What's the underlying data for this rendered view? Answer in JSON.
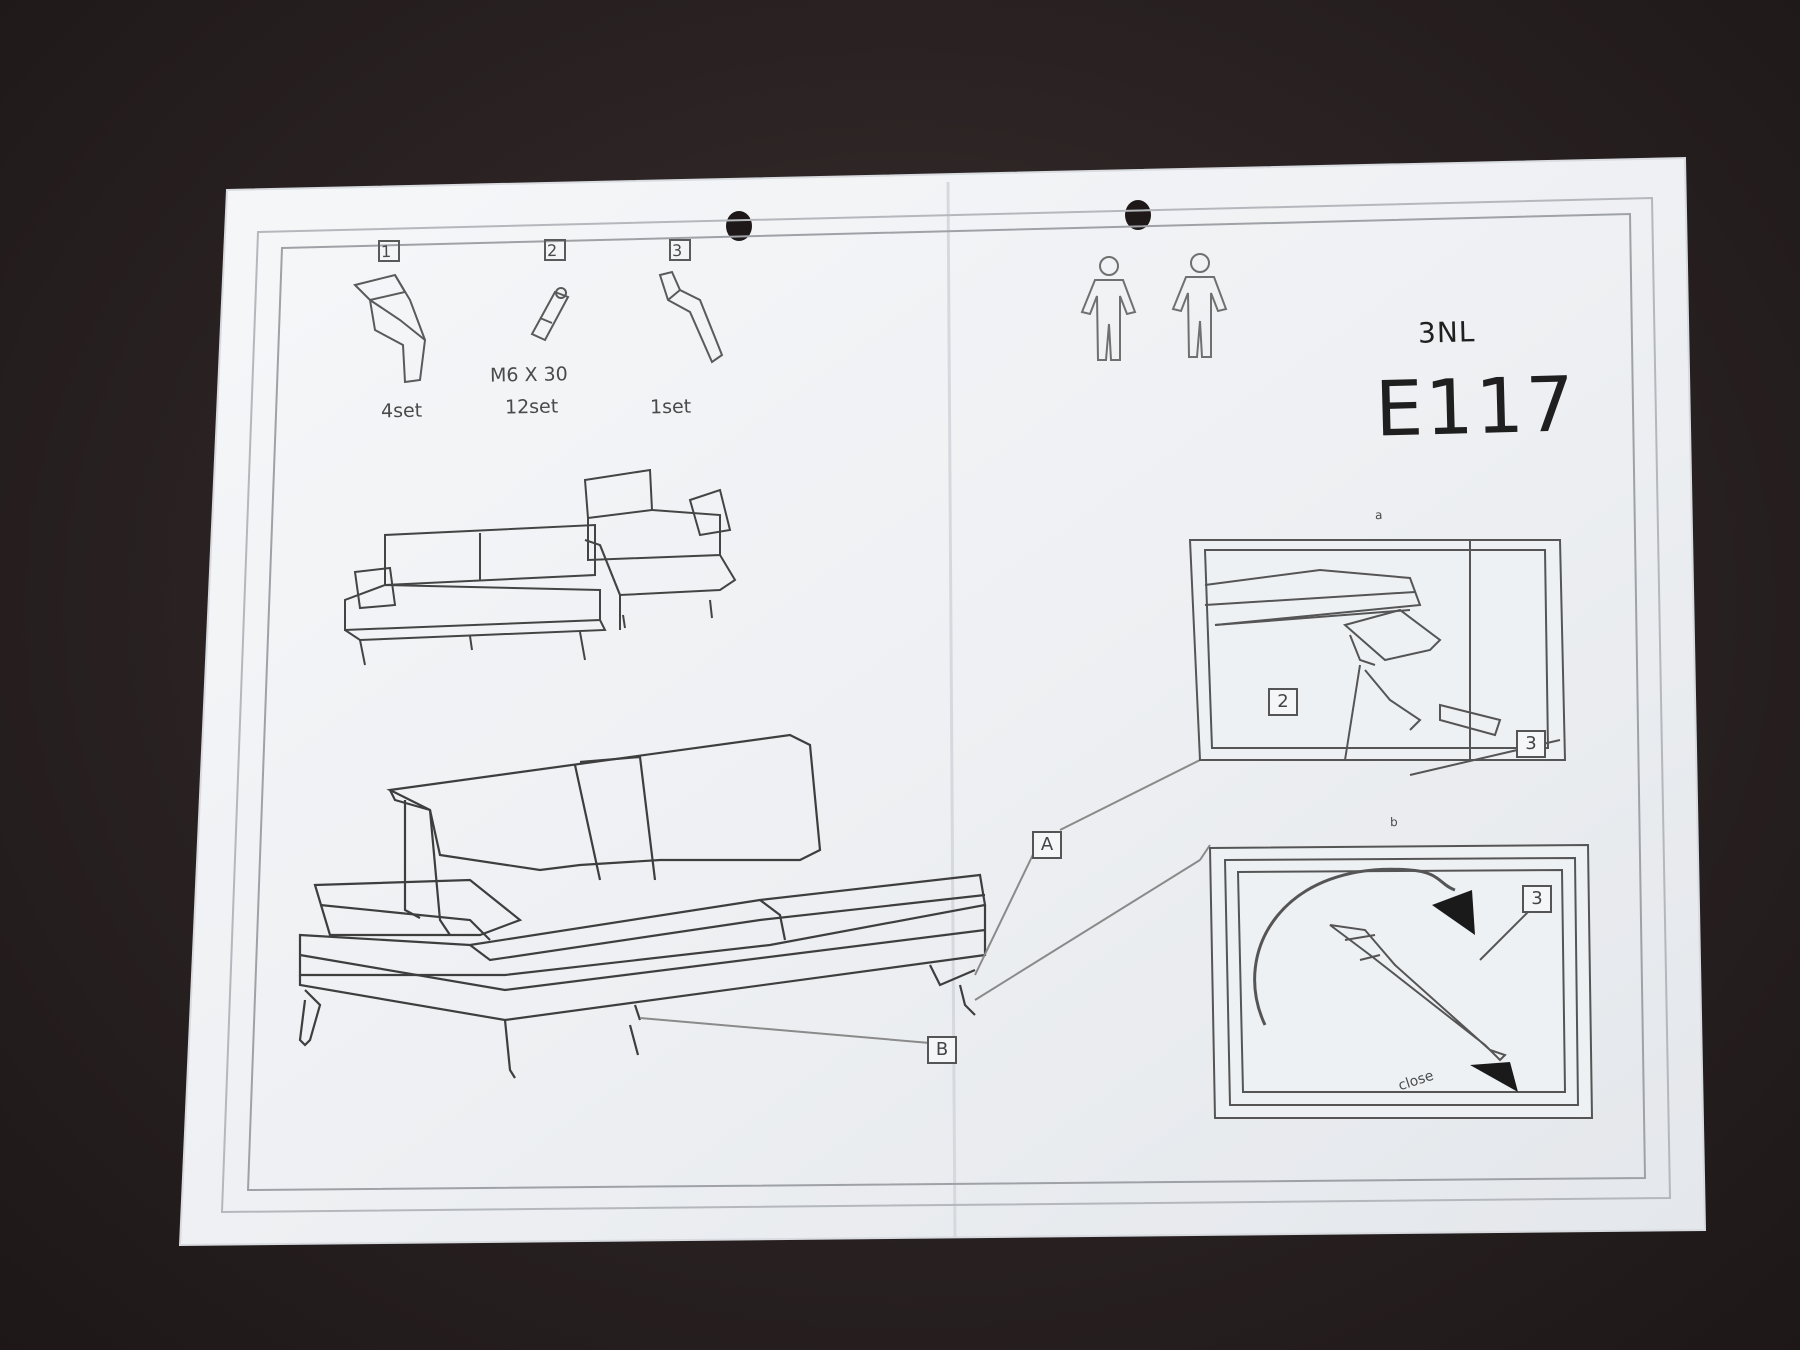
{
  "document": {
    "model_prefix": "3NL",
    "model_code": "E117"
  },
  "parts": [
    {
      "number": "1",
      "spec": "",
      "quantity": "4set",
      "icon": "sofa-leg-icon"
    },
    {
      "number": "2",
      "spec": "M6 X 30",
      "quantity": "12set",
      "icon": "bolt-icon"
    },
    {
      "number": "3",
      "spec": "",
      "quantity": "1set",
      "icon": "wrench-icon"
    }
  ],
  "assembly_people_icon": "two-person-assembly-icon",
  "callouts": {
    "detail_a": "A",
    "detail_b": "B",
    "part_2": "2",
    "part_3": "3",
    "rotate_label": "close",
    "detail_a_header": "a",
    "detail_b_header": "b"
  },
  "colors": {
    "paper": "#f1f3f5",
    "ink": "#3c3c3c",
    "background": "#2a2222"
  }
}
